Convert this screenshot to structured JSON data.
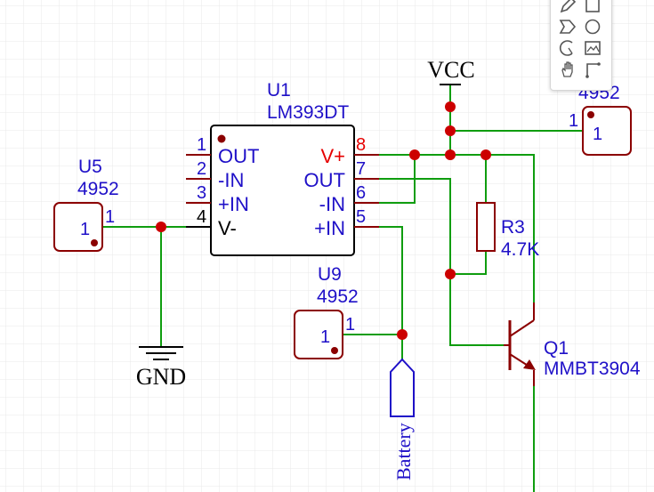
{
  "colors": {
    "wire": "#0f9d0f",
    "component": "#8b0000",
    "junction": "#cc0000",
    "label": "#1f10c8",
    "power_pin": "#e60000",
    "net_text": "#000000",
    "grid": "#e6e6e6"
  },
  "u1": {
    "designator": "U1",
    "part": "LM393DT",
    "left_pin_numbers": [
      "1",
      "2",
      "3",
      "4"
    ],
    "left_pin_names": [
      "OUT",
      "-IN",
      "+IN",
      "V-"
    ],
    "right_pin_numbers": [
      "8",
      "7",
      "6",
      "5"
    ],
    "right_pin_names": [
      "V+",
      "OUT",
      "-IN",
      "+IN"
    ]
  },
  "u5": {
    "designator": "U5",
    "part": "4952",
    "pin_number": "1",
    "pin_label": "1"
  },
  "u9": {
    "designator": "U9",
    "part": "4952",
    "pin_number": "1",
    "pin_label": "1"
  },
  "connector_top_right": {
    "part": "4952",
    "pin_number": "1",
    "pin_label": "1"
  },
  "r3": {
    "designator": "R3",
    "value": "4.7K"
  },
  "q1": {
    "designator": "Q1",
    "part": "MMBT3904"
  },
  "vcc": {
    "label": "VCC"
  },
  "gnd": {
    "label": "GND"
  },
  "battery": {
    "label": "Battery"
  },
  "toolbar": {
    "icons": [
      "pencil-icon",
      "rectangle-icon",
      "tag-shape-icon",
      "circle-icon",
      "arc-icon",
      "image-icon",
      "hand-pan-icon",
      "polyline-icon"
    ]
  }
}
